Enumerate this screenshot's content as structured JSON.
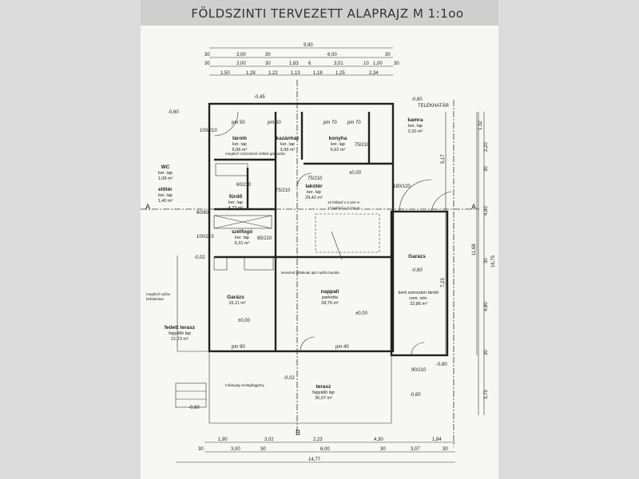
{
  "title": "FÖLDSZINTI TERVEZETT ALAPRAJZ M 1:1oo",
  "top_dims": {
    "row1": [
      "9,90"
    ],
    "row2": [
      "30",
      "3,00",
      "30",
      "6,00",
      "30"
    ],
    "row3": [
      "30",
      "3,00",
      "30",
      "1,83",
      "6",
      "3,01",
      "10",
      "1,00",
      "30"
    ],
    "row4": [
      "1,50",
      "1,28",
      "1,22",
      "1,13",
      "1,18",
      "1,25",
      "2,34"
    ]
  },
  "bottom_dims": {
    "row1": [
      "1,90",
      "3,02",
      "2,23",
      "4,30",
      "1,84"
    ],
    "row2": [
      "30",
      "3,00",
      "30",
      "6,00",
      "30",
      "3,07",
      "30"
    ],
    "row3": [
      "14,77"
    ]
  },
  "right_dims": [
    "1,32",
    "2,20",
    "30",
    "4,80",
    "30",
    "4,80",
    "30",
    "3,75",
    "30",
    "11,68",
    "16,75",
    "5,17",
    "7,23"
  ],
  "rooms": [
    {
      "name": "tároló",
      "floor": "ker. lap",
      "area": "6,96 m²"
    },
    {
      "name": "kazánház",
      "floor": "ker. lap",
      "area": "3,99 m²"
    },
    {
      "name": "konyha",
      "floor": "ker. lap",
      "area": "6,62 m²"
    },
    {
      "name": "kamra",
      "floor": "ker. lap",
      "area": "2,20 m²"
    },
    {
      "name": "WC",
      "floor": "ker. lap",
      "area": "1,08 m²"
    },
    {
      "name": "előtér",
      "floor": "ker. lap",
      "area": "1,40 m²"
    },
    {
      "name": "fürdő",
      "floor": "ker. lap",
      "area": "4,73 m²"
    },
    {
      "name": "lakótér",
      "floor": "ker. lap",
      "area": "29,42 m²"
    },
    {
      "name": "szélfogó",
      "floor": "ker. lap",
      "area": "6,31 m²"
    },
    {
      "name": "Garázs",
      "floor": "",
      "area": "15,11 m²"
    },
    {
      "name": "nappali",
      "floor": "parketta",
      "area": "28,76 m²"
    },
    {
      "name": "Garázs",
      "floor": "kerti szerszám tároló",
      "area": "cem. sim.",
      "area2": "22,86 m²"
    },
    {
      "name": "fedett terasz",
      "floor": "fagyálló lap",
      "area": "21,73 m²"
    },
    {
      "name": "terasz",
      "floor": "fagyálló lap",
      "area": "36,07 m²"
    }
  ],
  "levels": [
    "-0,60",
    "-0,45",
    "-0,60",
    "±0,00",
    "-0,02",
    "±0,00",
    "±0,00",
    "-0,60",
    "-0,02",
    "-0,60",
    "-0,60",
    "-0,80"
  ],
  "annotations": {
    "boundary": "TELEKHATÁR",
    "boiler_note": "meglévő vízszintező nélküli gázkazán",
    "stairs_1": "18 fellépő x 0,164 m",
    "stairs_2": "17 belépő x 0,315 m",
    "opening_note": "tervezett ablaknak ajtó nyílás bontás",
    "walled_note_1": "meglévő nyílás",
    "walled_note_2": "befalazása",
    "curtain_note": "műanyag szalagfüggöny",
    "section_a": "A",
    "section_b": "B"
  },
  "openings": [
    "100/210",
    "pm 50",
    "pm 50",
    "pm 70",
    "pm 70",
    "75/210",
    "75/210",
    "75/210",
    "60/210",
    "60/60",
    "100/210",
    "85/210",
    "pm 90",
    "pm 40",
    "180/120",
    "90/210"
  ]
}
